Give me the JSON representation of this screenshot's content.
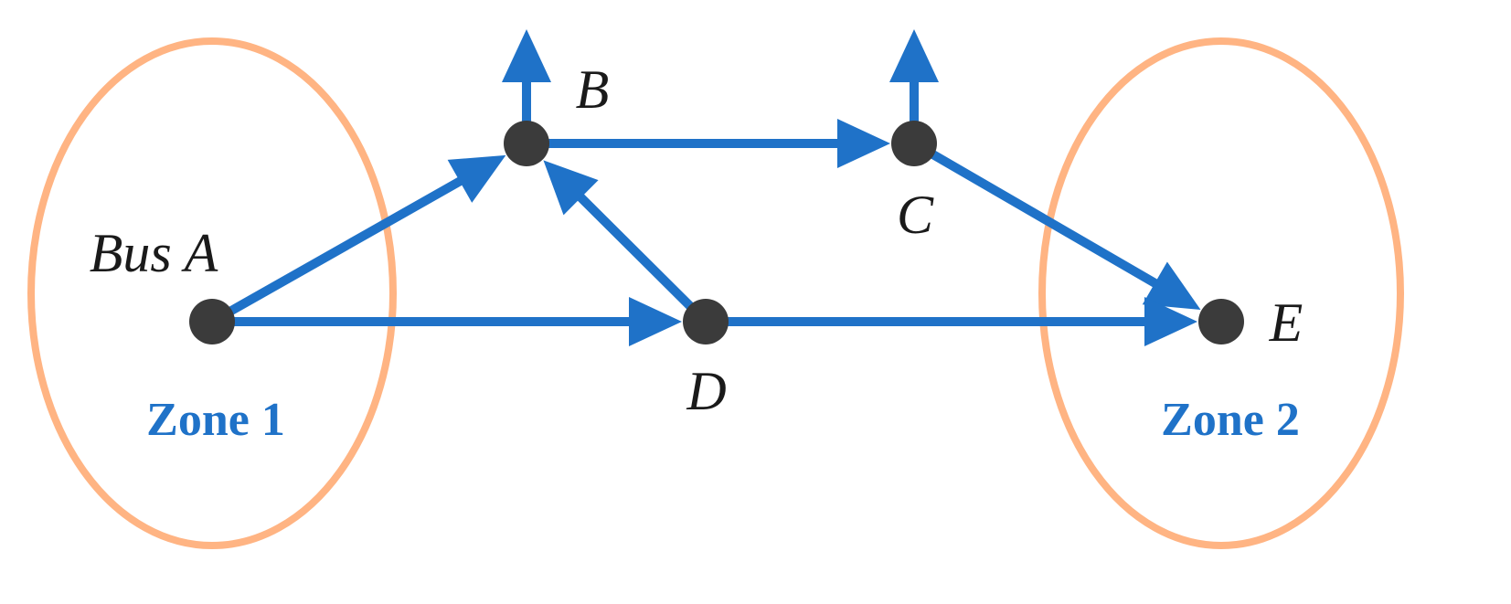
{
  "colors": {
    "zone": "#FFB483",
    "flow": "#1F72C8",
    "node": "#3B3B3B",
    "zone_label": "#1F72C8"
  },
  "zones": [
    {
      "id": "zone1",
      "label": "Zone 1"
    },
    {
      "id": "zone2",
      "label": "Zone 2"
    }
  ],
  "nodes": [
    {
      "id": "A",
      "label": "Bus A"
    },
    {
      "id": "B",
      "label": "B"
    },
    {
      "id": "C",
      "label": "C"
    },
    {
      "id": "D",
      "label": "D"
    },
    {
      "id": "E",
      "label": "E"
    }
  ],
  "edges": [
    {
      "from": "A",
      "to": "B"
    },
    {
      "from": "A",
      "to": "D"
    },
    {
      "from": "B",
      "to": "C"
    },
    {
      "from": "D",
      "to": "B"
    },
    {
      "from": "C",
      "to": "E"
    },
    {
      "from": "D",
      "to": "E"
    }
  ],
  "injections": [
    {
      "node": "B",
      "direction": "up"
    },
    {
      "node": "C",
      "direction": "up"
    }
  ]
}
